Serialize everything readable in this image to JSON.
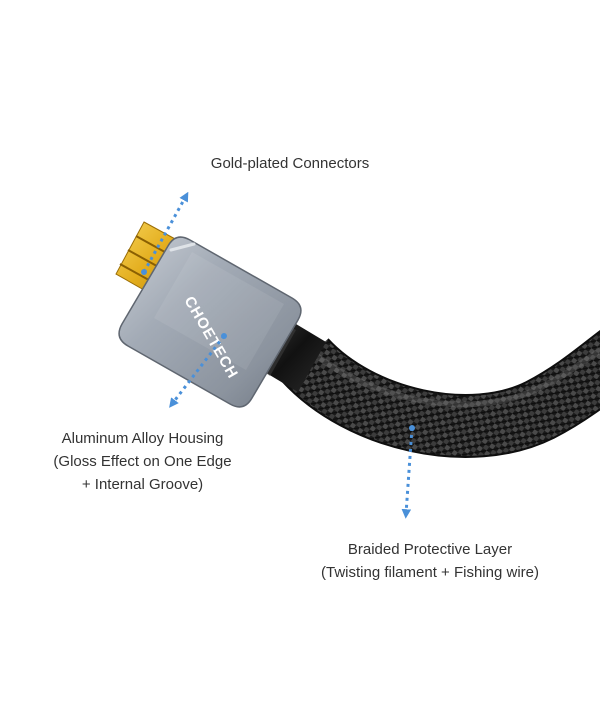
{
  "callouts": {
    "connectors": {
      "lines": [
        "Gold-plated Connectors"
      ]
    },
    "housing": {
      "lines": [
        "Aluminum Alloy Housing",
        "(Gloss Effect on One Edge",
        "+ Internal Groove)"
      ]
    },
    "braid": {
      "lines": [
        "Braided Protective Layer",
        "(Twisting filament + Fishing wire)"
      ]
    }
  },
  "product": {
    "brand_logo": "CHOETECH"
  },
  "colors": {
    "arrow": "#4a90d9",
    "gold": "#e8b520",
    "housing": "#9aa2ad",
    "braid": "#1c1c1c",
    "text": "#333333"
  }
}
